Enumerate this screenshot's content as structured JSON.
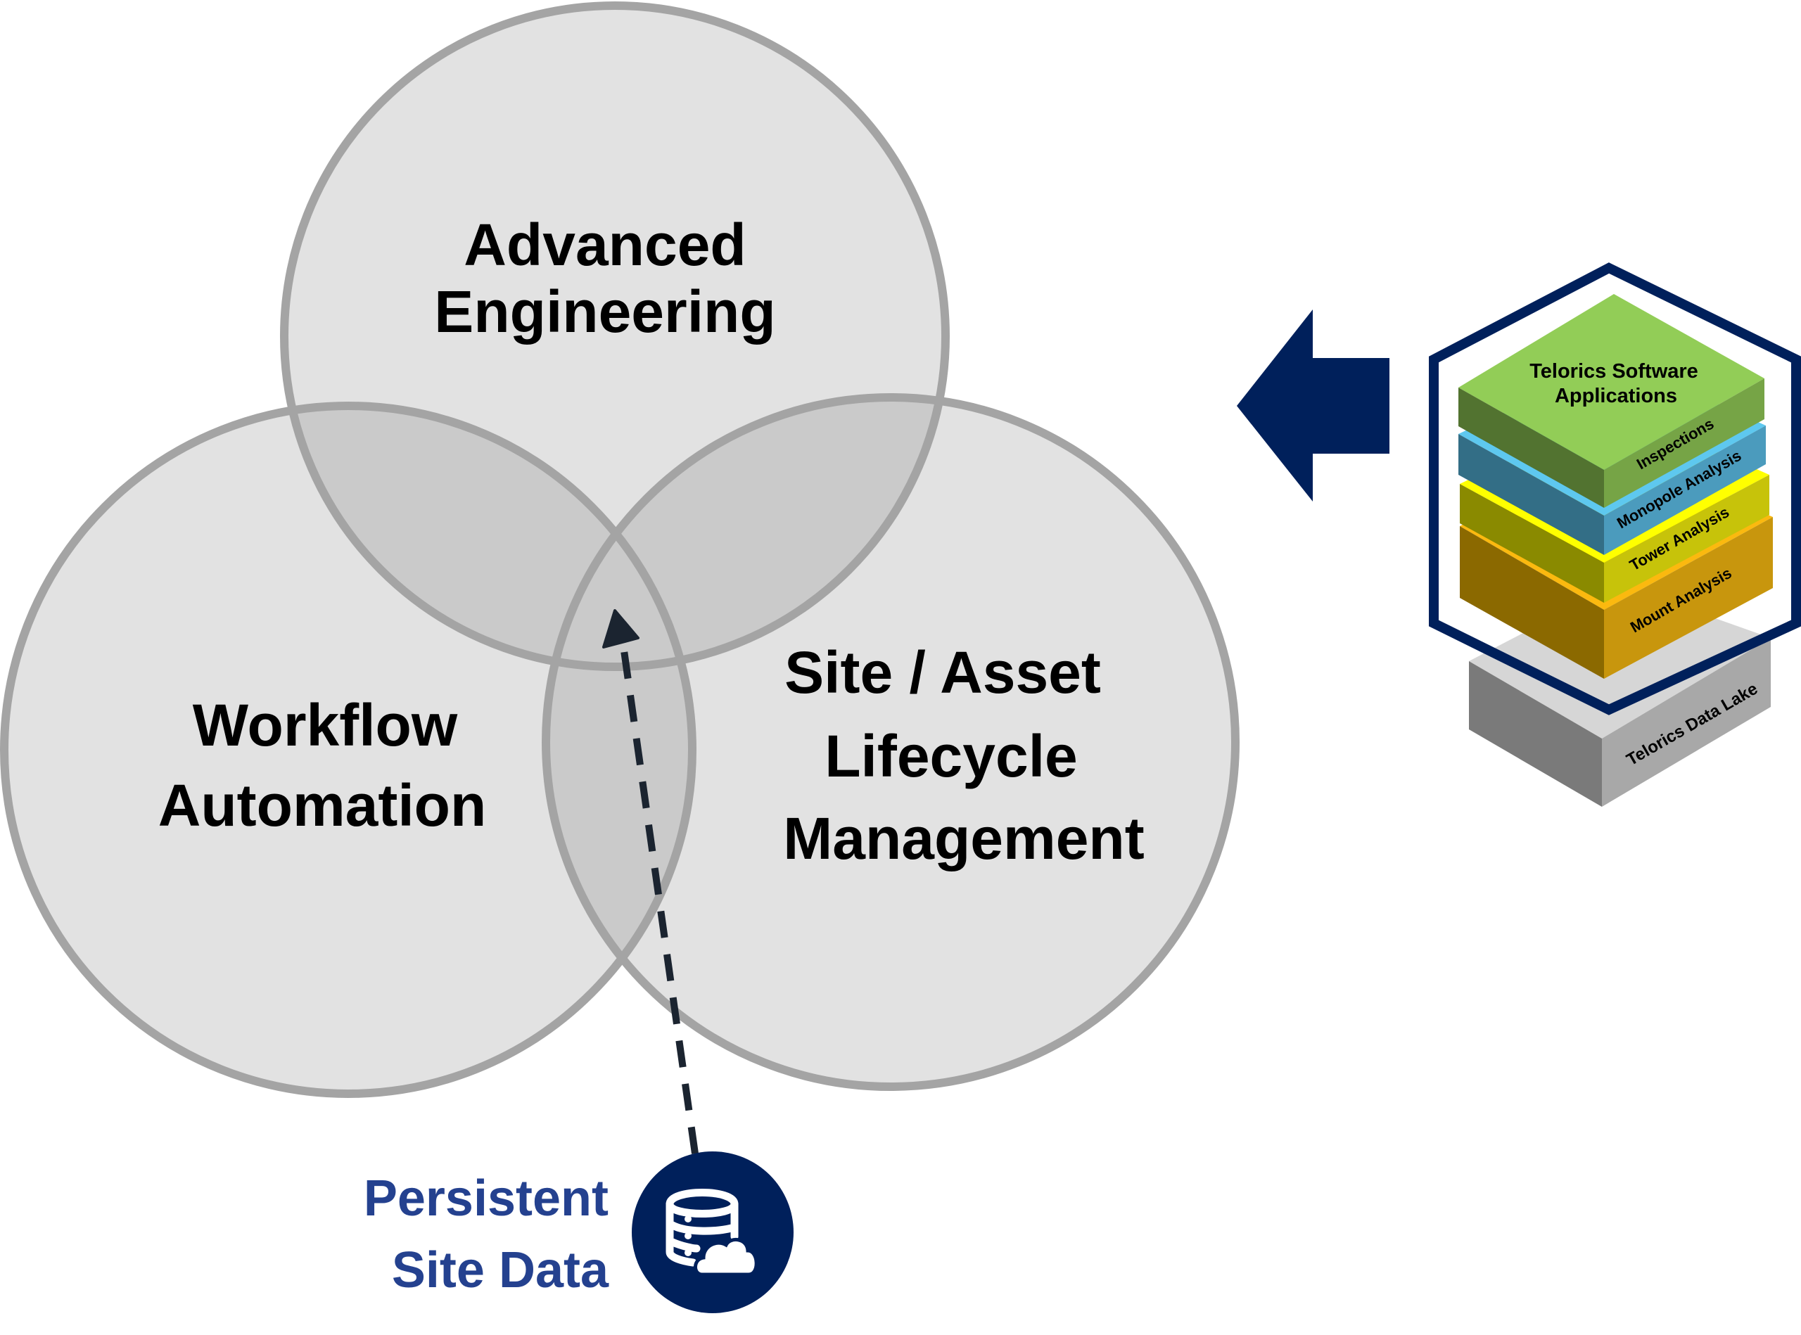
{
  "venn": {
    "circles": [
      {
        "id": "advanced-engineering",
        "lines": [
          "Advanced",
          "Engineering"
        ]
      },
      {
        "id": "workflow-automation",
        "lines": [
          "Workflow",
          "Automation"
        ]
      },
      {
        "id": "site-asset-lifecycle",
        "lines": [
          "Site / Asset",
          "Lifecycle",
          "Management"
        ]
      }
    ]
  },
  "persistent_site_data": {
    "lines": [
      "Persistent",
      "Site Data"
    ],
    "icon": "database-cloud-icon"
  },
  "stack": {
    "title_lines": [
      "Telorics Software",
      "Applications"
    ],
    "layers": [
      "Inspections",
      "Monopole Analysis",
      "Tower Analysis",
      "Mount Analysis"
    ],
    "base": "Telorics Data Lake"
  },
  "colors": {
    "circle_fill": "#e2e2e2",
    "circle_overlap": "#cacaca",
    "circle_stroke": "#a4a4a4",
    "navy": "#00205b",
    "label_blue": "#24418f",
    "dash": "#1b2430"
  }
}
